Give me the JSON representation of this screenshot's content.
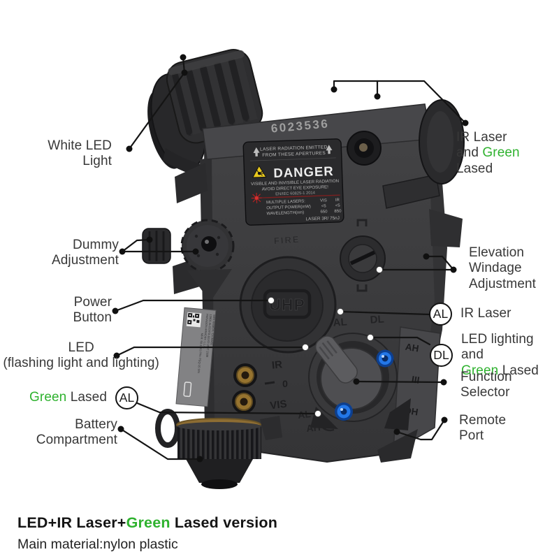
{
  "colors": {
    "green_accent": "#2fb22f",
    "label_text": "#383838",
    "leader_line": "#141414",
    "danger_label_bg": "#2a2a2c",
    "device_body": "#3b3b3d",
    "blue_screw": "#2377e8",
    "brass": "#96732f"
  },
  "device": {
    "serial": "6023536",
    "fire": "FIRE",
    "button": "UHP",
    "face_marks": {
      "al": "AL",
      "dl": "DL",
      "ir": "IR",
      "zero": "0",
      "vis": "VIS",
      "al_low": "AL",
      "ah_low": "AH"
    },
    "bevel_marks": {
      "ah": "AH",
      "iii": "III",
      "dh": "DH"
    },
    "warning": {
      "top1": "LASER RADIATION EMITTED",
      "top2": "FROM THESE APERTURES",
      "danger": "DANGER",
      "body1": "VISIBLE AND INVISIBLE LASER RADIATION",
      "body2": "AVOID DIRECT EYE EXPOSURE!",
      "body3": "EN/IEC 60825-1 2014",
      "rows": [
        [
          "MULTIPLE LASERS:",
          "VIS",
          "IR"
        ],
        [
          "OUTPUT POWER(mW)",
          "<5",
          "<5"
        ],
        [
          "WAVELENGTH(nm)",
          "650",
          "850"
        ]
      ],
      "footer": "LASER 3R/ 75nJ"
    },
    "side_label": {
      "l1": "PARAGON ARMORY, L.L.C.",
      "l2": "12801 ALCOSTA BLVD UNIT 2339",
      "l3": "SAN RAMON, CA 94582",
      "l4": "MFR: 50-1901  P/N: PEQ-15  S/N"
    }
  },
  "callouts": {
    "white_led": {
      "line1": "White LED",
      "line2": "Light"
    },
    "dummy": {
      "line1": "Dummy",
      "line2": "Adjustment"
    },
    "power": {
      "line1": "Power",
      "line2": "Button"
    },
    "led": {
      "line1": "LED",
      "line2": "(flashing light and lighting)"
    },
    "green_lased": {
      "green": "Green",
      "post": " Lased",
      "badge": "AL"
    },
    "battery": {
      "line1": "Battery",
      "line2": "Compartment"
    },
    "ir_green": {
      "line1": "IR Laser",
      "pre": "and ",
      "green": "Green",
      "post": " Lased"
    },
    "elevation": {
      "line1": "Elevation",
      "line2": "Windage",
      "line3": "Adjustment"
    },
    "al_ir": {
      "badge": "AL",
      "label": "IR Laser"
    },
    "dl_led": {
      "badge": "DL",
      "line1": "LED lighting and",
      "green": "Green",
      "post": " Lased"
    },
    "function": {
      "line1": "Function",
      "line2": "Selector"
    },
    "remote": {
      "line1": "Remote",
      "line2": "Port"
    }
  },
  "footer": {
    "bold_pre": "LED+IR Laser+",
    "green": "Green",
    "bold_post": " Lased version",
    "material": "Main material:nylon plastic"
  }
}
